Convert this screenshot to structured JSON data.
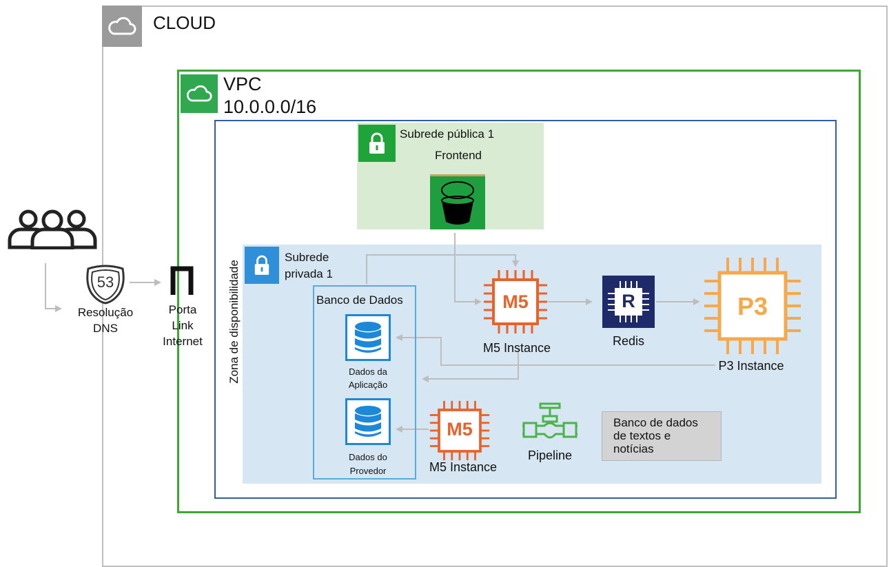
{
  "cloud": {
    "label": "CLOUD",
    "icon": "cloud-icon"
  },
  "vpc": {
    "label": "VPC",
    "cidr": "10.0.0.0/16",
    "icon": "cloud-icon"
  },
  "availability_zone": {
    "label": "Zona de disponibilidade"
  },
  "public_subnet": {
    "title": "Subrede pública 1",
    "role": "Frontend",
    "icon": "lock-icon",
    "service_icon": "bucket-icon"
  },
  "private_subnet": {
    "line1": "Subrede",
    "line2": "privada 1",
    "icon": "lock-icon"
  },
  "users": {
    "icon": "users-group-icon"
  },
  "dns": {
    "badge": "53",
    "line1": "Resolução",
    "line2": "DNS"
  },
  "gateway": {
    "line1": "Porta",
    "line2": "Link",
    "line3": "Internet",
    "icon": "gateway-icon"
  },
  "database": {
    "title": "Banco de Dados",
    "app_data": {
      "line1": "Dados da",
      "line2": "Aplicação",
      "icon": "database-icon"
    },
    "provider_data": {
      "line1": "Dados do",
      "line2": "Provedor",
      "icon": "database-icon"
    }
  },
  "m5_top": {
    "chip_text": "M5",
    "label": "M5 Instance"
  },
  "m5_bottom": {
    "chip_text": "M5",
    "label": "M5 Instance"
  },
  "redis": {
    "chip_text": "R",
    "label": "Redis"
  },
  "p3": {
    "chip_text": "P3",
    "label": "P3 Instance"
  },
  "pipeline": {
    "label": "Pipeline",
    "icon": "pipeline-icon"
  },
  "news_db": {
    "line1": "Banco de dados",
    "line2": "de textos e",
    "line3": "notícias"
  },
  "colors": {
    "cloud_border": "#bfbfbf",
    "cloud_icon_bg": "#9b9b9b",
    "vpc_border": "#3aaa35",
    "vpc_icon_bg": "#2fa84f",
    "az_border": "#2f5f9f",
    "private_bg": "#d6e6f2",
    "public_bg": "#d9ecd3",
    "lock_green": "#1fa43a",
    "lock_blue": "#2f8fd8",
    "m5_orange": "#e8622a",
    "p3_orange": "#f7a84a",
    "redis_navy": "#1f2a6b",
    "db_blue": "#1e88d8",
    "pipeline_green": "#4bb34a",
    "arrow_gray": "#bdbdbd",
    "news_bg": "#d3d3d3"
  }
}
